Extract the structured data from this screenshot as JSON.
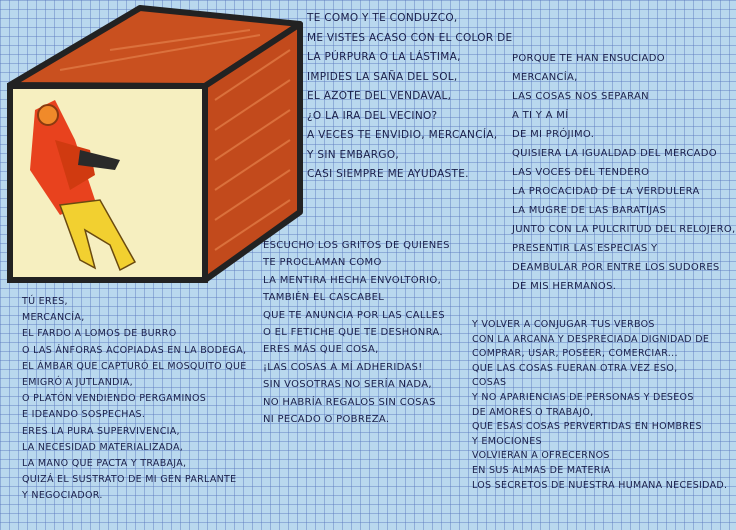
{
  "poem": {
    "stanza_1": [
      "Te como y te conduzco,",
      "me vistes acaso con el color de",
      "la púrpura o la lástima,",
      "impides la saña del sol,",
      "el azote del vendaval,",
      "¿o la ira del vecino?",
      "A veces te envidio, mercancía,",
      "y sin embargo,",
      "casi siempre me ayudaste."
    ],
    "stanza_2": [
      "Porque te han ensuciado",
      "mercancía,",
      "las cosas nos separan",
      "a ti y a mí",
      "de mi prójimo.",
      "Quisiera la igualdad del mercado",
      "las voces del tendero",
      "la procacidad de la verdulera",
      "la mugre de las baratijas",
      "junto con la pulcritud del relojero,",
      "presentir las especias y",
      "deambular por entre los sudores",
      "de mis hermanos."
    ],
    "stanza_3": [
      "Escucho los gritos de quienes",
      "te proclaman como",
      "la mentira hecha envoltorio,",
      "también el cascabel",
      "que te anuncia por las calles",
      "o el fetiche que te deshonra.",
      "Eres más que cosa,",
      "¡las cosas a mí adheridas!",
      "Sin vosotras no sería nada,",
      "no habría regalos sin cosas",
      "ni pecado o pobreza."
    ],
    "stanza_4": [
      "Tú eres,",
      "mercancía,",
      "el fardo a lomos de burro",
      "o las ánforas acopiadas en la bodega,",
      "el ámbar que capturó el mosquito que",
      "emigró a Jutlandia,",
      "o Platón vendiendo pergaminos",
      "e ideando sospechas.",
      "Eres la pura supervivencia,",
      "la necesidad materializada,",
      "la mano que pacta y trabaja,",
      "quizá el sustrato de mi gen parlante",
      "y negociador."
    ],
    "stanza_5": [
      "Y volver a conjugar tus verbos",
      "con la arcana y despreciada dignidad de",
      "comprar, usar, poseer, comerciar...",
      "que las cosas fueran otra vez eso,",
      "cosas",
      "y no apariencias de personas y deseos",
      "de amores o trabajo,",
      "que esas cosas pervertidas en hombres",
      "y emociones",
      "volvieran a ofrecernos",
      "en sus almas de materia",
      "los secretos de nuestra humana necesidad."
    ]
  },
  "colors": {
    "brick": "#c9501f",
    "face": "#f6efc0",
    "ink": "#1a1f4a"
  }
}
